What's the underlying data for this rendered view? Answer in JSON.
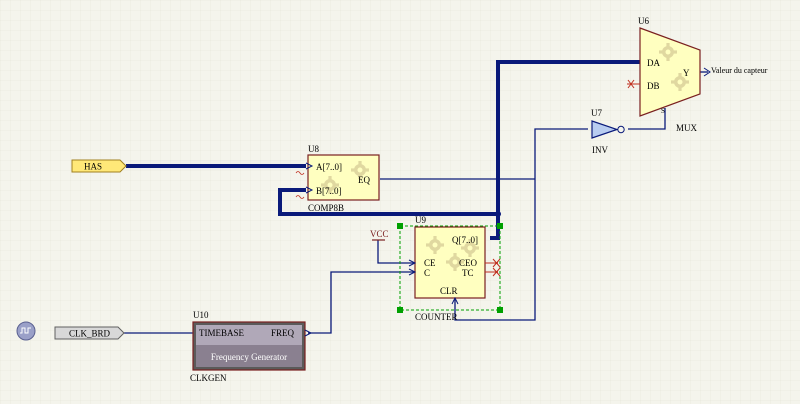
{
  "components": {
    "u6": {
      "ref": "U6",
      "name": "MUX",
      "pins": {
        "da": "DA",
        "db": "DB",
        "y": "Y",
        "s": "S"
      }
    },
    "u7": {
      "ref": "U7",
      "name": "INV"
    },
    "u8": {
      "ref": "U8",
      "name": "COMP8B",
      "pins": {
        "a": "A[7..0]",
        "b": "B[7..0]",
        "eq": "EQ"
      }
    },
    "u9": {
      "ref": "U9",
      "name": "COUNTER",
      "pins": {
        "q": "Q[7..0]",
        "ce": "CE",
        "c": "C",
        "ceo": "CEO",
        "tc": "TC",
        "clr": "CLR"
      }
    },
    "u10": {
      "ref": "U10",
      "name": "CLKGEN",
      "title": "Frequency Generator",
      "pins": {
        "timebase": "TIMEBASE",
        "freq": "FREQ"
      }
    }
  },
  "ports": {
    "has": "HAS",
    "clk_brd": "CLK_BRD",
    "output": "Valeur du capteur"
  },
  "power": {
    "vcc": "VCC"
  },
  "colors": {
    "background": "#f4f4ec",
    "bus": "#0a1a7a",
    "wire": "#0a1a7a",
    "component_fill": "#ffffc0",
    "component_border": "#7a2020",
    "port_fill": "#ffe878",
    "selection": "#00a000",
    "gear": "#e0d8a0"
  },
  "icons": {
    "gear": "gear-icon",
    "clock_source": "clock-source-icon",
    "no_connect": "no-connect-icon"
  }
}
